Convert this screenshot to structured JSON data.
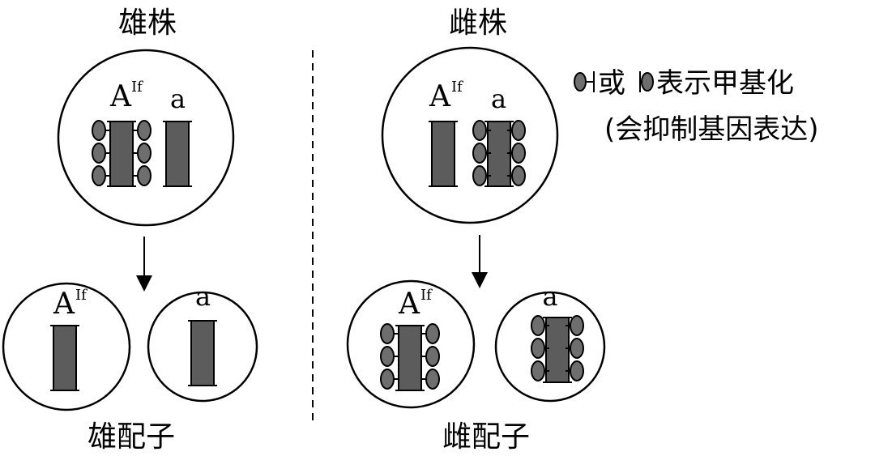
{
  "titles": {
    "male_plant": "雄株",
    "female_plant": "雌株",
    "male_gametes": "雄配子",
    "female_gametes": "雌配子"
  },
  "legend": {
    "line1": "或",
    "line1b": "表示甲基化",
    "line2": "(会抑制基因表达)"
  },
  "alleles": {
    "big_A": "A",
    "sup": "If",
    "small_a": "a"
  },
  "colors": {
    "chromosome_fill": "#5c5c5c",
    "methyl_fill": "#6e6e6e",
    "outline": "#000000"
  }
}
